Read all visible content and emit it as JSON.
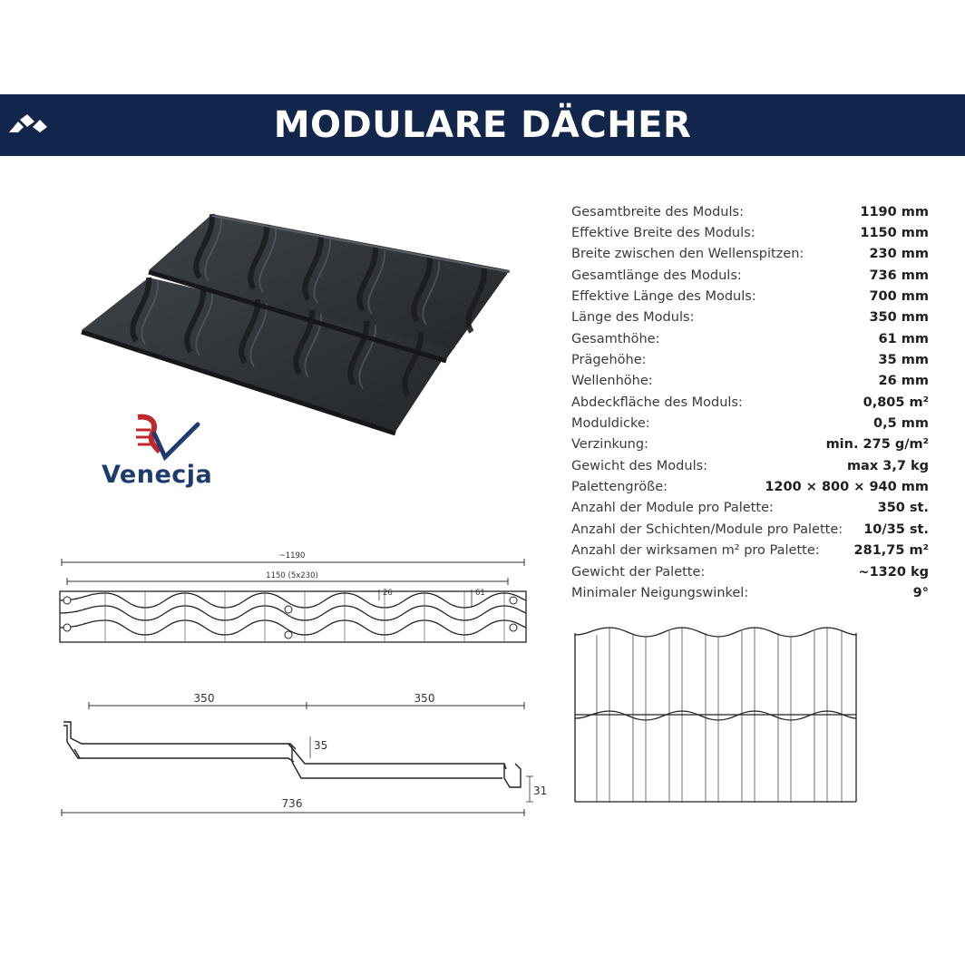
{
  "header": {
    "title": "MODULARE DÄCHER",
    "logo_icon": "brand-mountain-icon"
  },
  "brand": {
    "name": "Venecja"
  },
  "specs": [
    {
      "label": "Gesamtbreite des Moduls:",
      "value": "1190 mm"
    },
    {
      "label": "Effektive Breite des Moduls:",
      "value": "1150 mm"
    },
    {
      "label": "Breite zwischen den Wellenspitzen:",
      "value": "230 mm"
    },
    {
      "label": "Gesamtlänge des Moduls:",
      "value": "736 mm"
    },
    {
      "label": "Effektive Länge des Moduls:",
      "value": "700 mm"
    },
    {
      "label": "Länge des Moduls:",
      "value": "350 mm"
    },
    {
      "label": "Gesamthöhe:",
      "value": "61 mm"
    },
    {
      "label": "Prägehöhe:",
      "value": "35 mm"
    },
    {
      "label": "Wellenhöhe:",
      "value": "26 mm"
    },
    {
      "label": "Abdeckfläche des Moduls:",
      "value": "0,805 m²"
    },
    {
      "label": "Moduldicke:",
      "value": "0,5 mm"
    },
    {
      "label": "Verzinkung:",
      "value": "min. 275 g/m²"
    },
    {
      "label": "Gewicht des Moduls:",
      "value": "max 3,7 kg"
    },
    {
      "label": "Palettengröße:",
      "value": "1200 × 800 × 940 mm"
    },
    {
      "label": "Anzahl der Module pro Palette:",
      "value": "350 st."
    },
    {
      "label": "Anzahl der Schichten/Module pro Palette:",
      "value": "10/35 st."
    },
    {
      "label": "Anzahl der wirksamen m² pro Palette:",
      "value": "281,75 m²"
    },
    {
      "label": "Gewicht der Palette:",
      "value": "~1320 kg"
    },
    {
      "label": "Minimaler Neigungswinkel:",
      "value": "9°"
    }
  ],
  "drawings": {
    "front": {
      "total_width": "~1190",
      "effective_width": "1150 (5x230)",
      "wave_height": "26",
      "total_height": "61"
    },
    "side": {
      "length_a": "350",
      "length_b": "350",
      "step": "35",
      "end_height": "31",
      "total_length": "736"
    }
  },
  "colors": {
    "banner": "#12264b",
    "brand_blue": "#1d3b6e",
    "brand_red": "#c0272d",
    "tile": "#2f3337"
  }
}
